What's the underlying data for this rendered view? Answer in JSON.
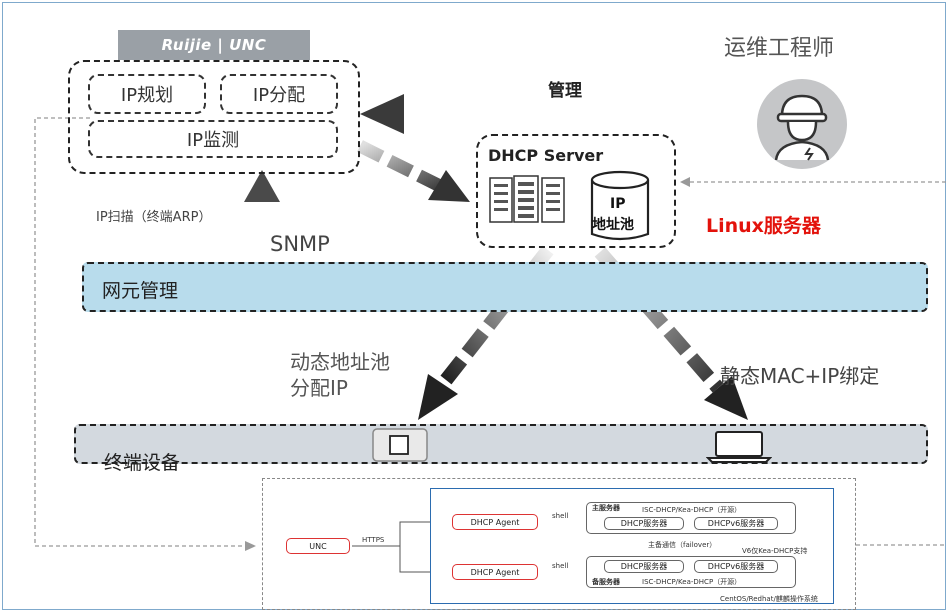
{
  "logo_text": "Ruijie | UNC",
  "modules": {
    "ip_plan": "IP规划",
    "ip_alloc": "IP分配",
    "ip_monitor": "IP监测"
  },
  "engineer": "运维工程师",
  "manage": "管理",
  "dhcp_server": {
    "title": "DHCP Server",
    "pool_line1": "IP",
    "pool_line2": "地址池"
  },
  "linux_server": "Linux服务器",
  "ip_scan": "IP扫描（终端ARP）",
  "snmp": "SNMP",
  "network_mgmt": "网元管理",
  "dynamic_pool_line1": "动态地址池",
  "dynamic_pool_line2": "分配IP",
  "static_binding": "静态MAC+IP绑定",
  "terminal": "终端设备",
  "inset": {
    "unc": "UNC",
    "https": "HTTPS",
    "agent1": "DHCP Agent",
    "agent2": "DHCP Agent",
    "shell1": "shell",
    "shell2": "shell",
    "main_server": "主服务器",
    "backup_server": "备服务器",
    "isc_top": "ISC-DHCP/Kea-DHCP（开源）",
    "isc_bottom": "ISC-DHCP/Kea-DHCP（开源）",
    "dhcp_srv_a": "DHCP服务器",
    "dhcpv6_srv_a": "DHCPv6服务器",
    "dhcp_srv_b": "DHCP服务器",
    "dhcpv6_srv_b": "DHCPv6服务器",
    "failover": "主备通信（failover）",
    "v6_note": "V6仅Kea-DHCP支持",
    "os": "CentOS/Redhat/麒麟操作系统"
  },
  "colors": {
    "accent_red": "#e3120b",
    "band_blue": "#b8dcec",
    "band_grey": "#d3d9df",
    "frame_blue": "#7fa9cc"
  }
}
